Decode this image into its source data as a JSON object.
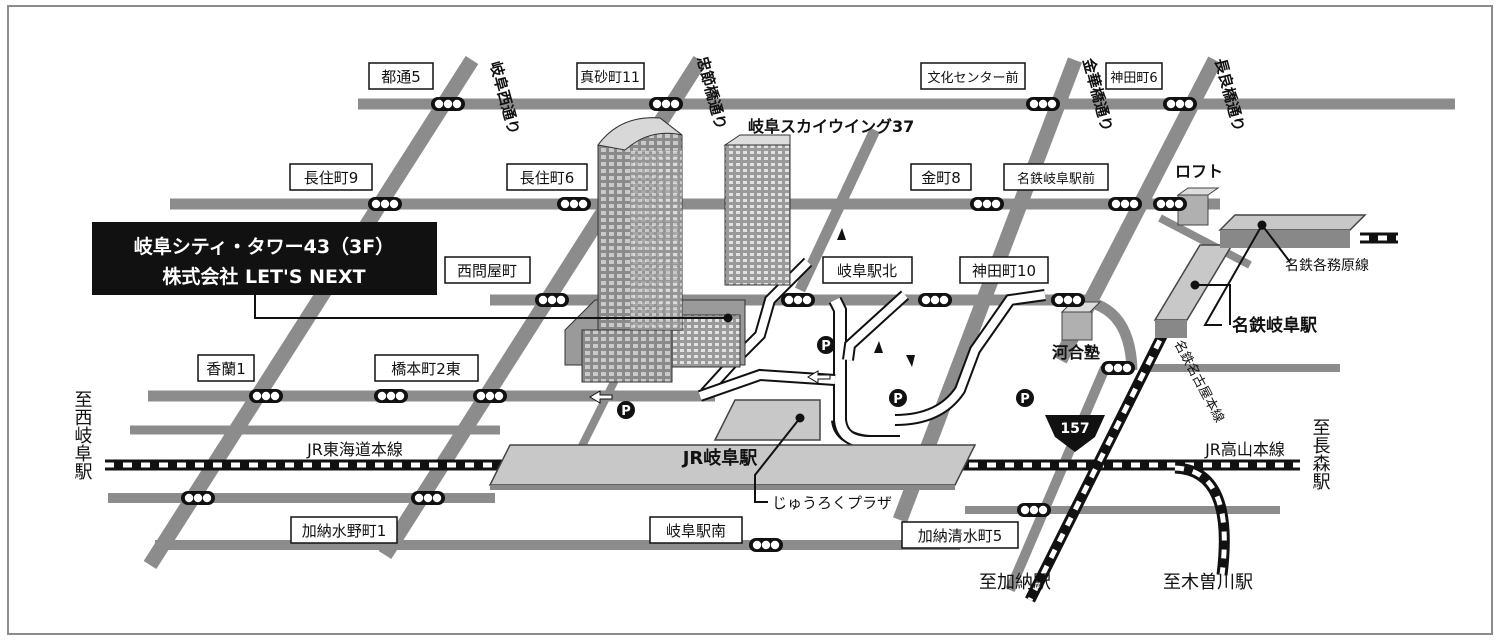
{
  "labels": {
    "company_line1": "岐阜シティ・タワー43（3F）",
    "company_line2": "株式会社 LET'S NEXT",
    "skywing": "岐阜スカイウイング37",
    "loft": "ロフト",
    "kawai": "河合塾",
    "meitetsu_station": "名鉄岐阜駅",
    "jr_station": "JR岐阜駅",
    "jurokuplaza": "じゅうろくプラザ",
    "route_number": "157",
    "parking": "P"
  },
  "roads": {
    "gifu_nishi": "岐阜西通り",
    "chusetsu": "忠節橋通り",
    "kinka": "金華橋通り",
    "nagara": "長良橋通り"
  },
  "intersections": {
    "miyakodori5": "都通5",
    "masagocho11": "真砂町11",
    "bunka_center": "文化センター前",
    "kandacho6": "神田町6",
    "nagazumicho9": "長住町9",
    "nagazumicho6": "長住町6",
    "kanemachi8": "金町8",
    "meitetsu_mae": "名鉄岐阜駅前",
    "nishitonyacho": "西問屋町",
    "gifu_eki_kita": "岐阜駅北",
    "kandacho10": "神田町10",
    "koran1": "香蘭1",
    "hashimotocho2": "橋本町2東",
    "kano_mizunocho1": "加納水野町1",
    "gifu_eki_minami": "岐阜駅南",
    "kano_shimizucho5": "加納清水町5"
  },
  "railways": {
    "jr_tokaido": "JR東海道本線",
    "jr_takayama": "JR高山本線",
    "meitetsu_kakamigahara": "名鉄各務原線",
    "meitetsu_nagoya": "名鉄名古屋本線"
  },
  "destinations": {
    "nishigifu": "至西岐阜駅",
    "nagamori": "至長森駅",
    "kano": "至加納駅",
    "kisogawa": "至木曽川駅"
  }
}
